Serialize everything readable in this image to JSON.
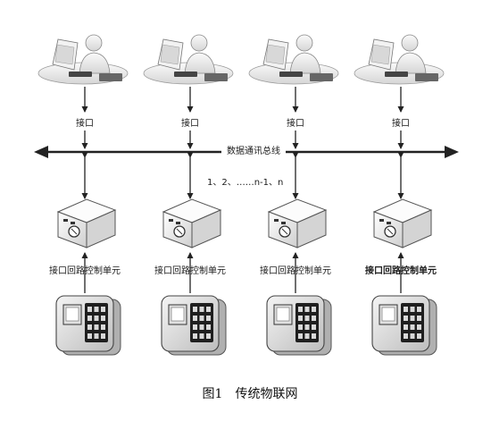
{
  "bus": {
    "label": "数据通讯总线",
    "range_label": "1、2、……n-1、n"
  },
  "columns": [
    {
      "interface_label": "接口",
      "unit_label": "接口回路控制单元",
      "unit_bold": false
    },
    {
      "interface_label": "接口",
      "unit_label": "接口回路控制单元",
      "unit_bold": false
    },
    {
      "interface_label": "接口",
      "unit_label": "接口回路控制单元",
      "unit_bold": false
    },
    {
      "interface_label": "接口",
      "unit_label": "接口回路控制单元",
      "unit_bold": true
    }
  ],
  "caption": "图1　传统物联网",
  "icons": {
    "workstation": "user-workstation-icon",
    "controller": "control-unit-box-icon",
    "terminal": "device-terminal-icon"
  }
}
